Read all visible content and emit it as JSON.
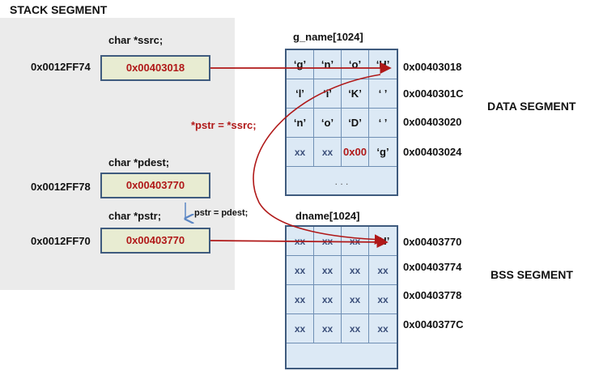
{
  "stack_segment_label": "STACK SEGMENT",
  "data_segment_label": "DATA SEGMENT",
  "bss_segment_label": "BSS SEGMENT",
  "ssrc": {
    "decl": "char *ssrc;",
    "address": "0x0012FF74",
    "value": "0x00403018"
  },
  "pdest": {
    "decl": "char *pdest;",
    "address": "0x0012FF78",
    "value": "0x00403770"
  },
  "pstr": {
    "decl": "char *pstr;",
    "address": "0x0012FF70",
    "value": "0x00403770"
  },
  "assign_pdest": "pstr = pdest;",
  "assign_ssrc": "*pstr = *ssrc;",
  "g_name": {
    "title": "g_name[1024]",
    "rows": [
      [
        "‘g’",
        "‘n’",
        "‘o’",
        "‘H’"
      ],
      [
        "‘l’",
        "‘i’",
        "‘K’",
        "‘ ’"
      ],
      [
        "‘n’",
        "‘o’",
        "‘D’",
        "‘ ’"
      ],
      [
        "xx",
        "xx",
        "0x00",
        "‘g’"
      ]
    ],
    "ellipsis": ". . .",
    "addresses": [
      "0x00403018",
      "0x0040301C",
      "0x00403020",
      "0x00403024"
    ]
  },
  "dname": {
    "title": "dname[1024]",
    "rows": [
      [
        "xx",
        "xx",
        "xx",
        "‘H’"
      ],
      [
        "xx",
        "xx",
        "xx",
        "xx"
      ],
      [
        "xx",
        "xx",
        "xx",
        "xx"
      ],
      [
        "xx",
        "xx",
        "xx",
        "xx"
      ]
    ],
    "addresses": [
      "0x00403770",
      "0x00403774",
      "0x00403778",
      "0x0040377C"
    ]
  }
}
